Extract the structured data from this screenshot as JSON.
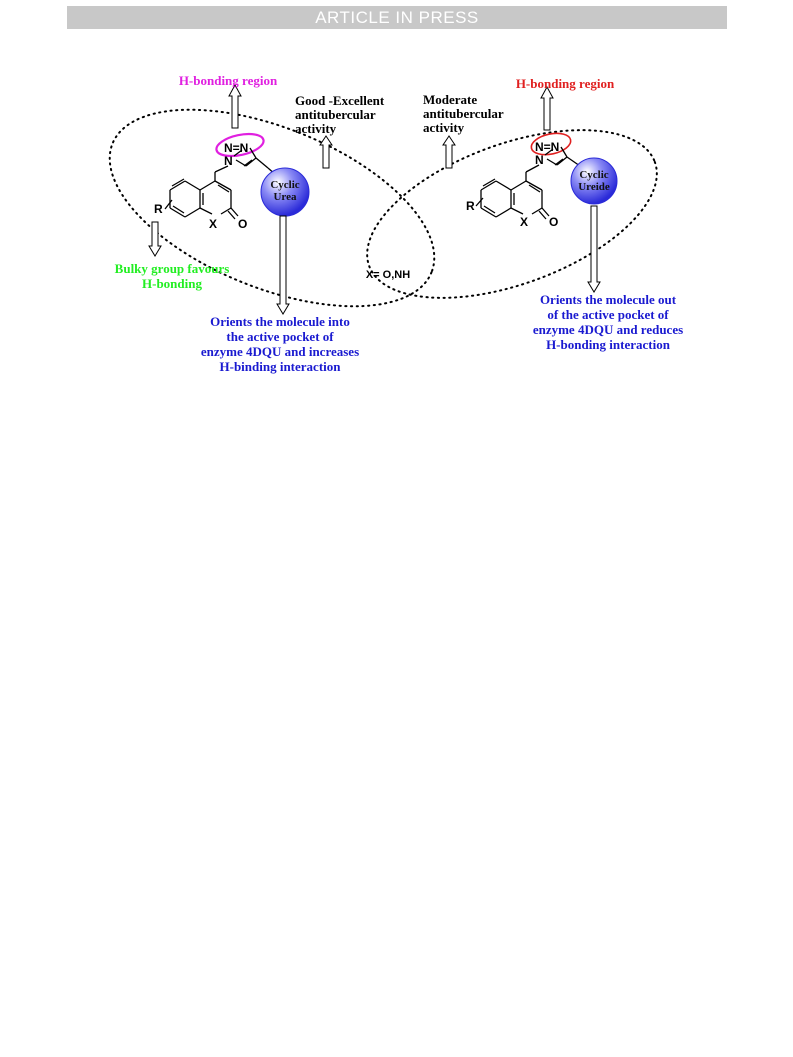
{
  "header": {
    "banner": "ARTICLE IN PRESS"
  },
  "colors": {
    "magenta": "#e020e0",
    "red": "#e02020",
    "green": "#22ee22",
    "blue": "#1a1ad0",
    "sphere": "#3a3ae0",
    "banner_bg": "#c8c8c8"
  },
  "diagram": {
    "left": {
      "region_label": "H-bonding region",
      "activity": [
        "Good -Excellent",
        "antitubercular",
        "activity"
      ],
      "substituent_note": [
        "Bulky group favours",
        "H-bonding"
      ],
      "sphere_label": [
        "Cyclic",
        "Urea"
      ],
      "orientation_note": [
        "Orients the molecule into",
        "the active pocket of",
        "enzyme 4DQU and increases",
        "H-binding interaction"
      ]
    },
    "right": {
      "region_label": "H-bonding region",
      "activity": [
        "Moderate",
        "antitubercular",
        "activity"
      ],
      "sphere_label": [
        "Cyclic",
        "Ureide"
      ],
      "orientation_note": [
        "Orients the molecule out",
        "of the active pocket of",
        "enzyme 4DQU and reduces",
        "H-bonding interaction"
      ]
    },
    "center_label": "X= O,NH",
    "atoms": {
      "N": "N",
      "N_eq": "N=N",
      "R": "R",
      "X": "X",
      "O": "O"
    }
  }
}
